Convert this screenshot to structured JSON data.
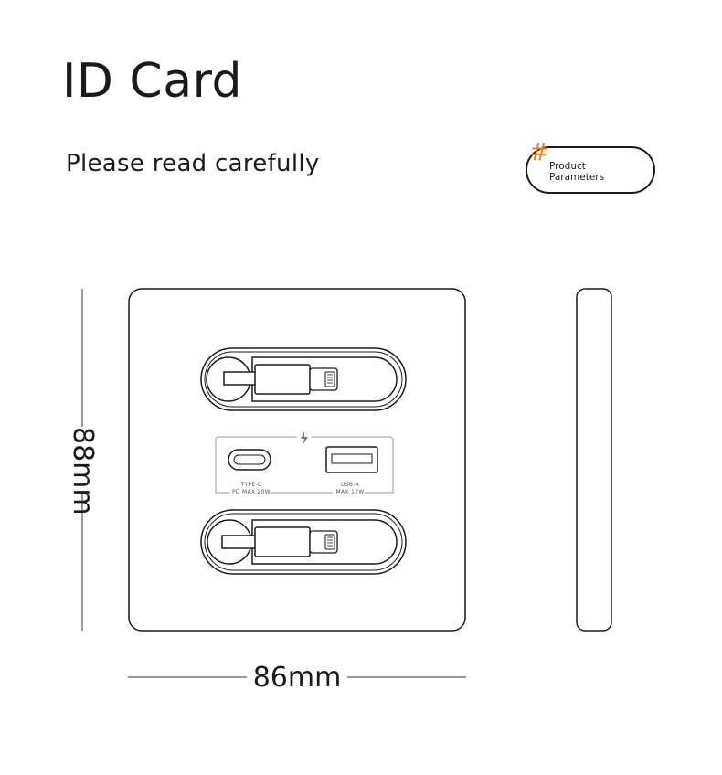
{
  "header": {
    "title": "ID Card",
    "subtitle": "Please read carefully"
  },
  "badge": {
    "hash": "#",
    "line1": "Product",
    "line2": "Parameters",
    "accent_color": "#ee7a1a"
  },
  "dimensions": {
    "height_label": "88mm",
    "width_label": "86mm"
  },
  "ports": {
    "typec": {
      "name": "TYPE-C",
      "spec": "PD MAX 20W"
    },
    "usba": {
      "name": "USB-A",
      "spec": "MAX 12W"
    }
  }
}
